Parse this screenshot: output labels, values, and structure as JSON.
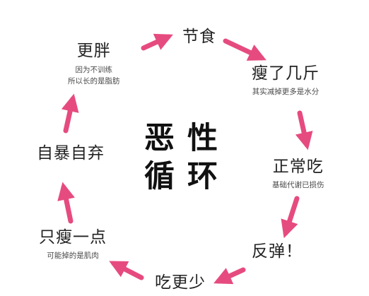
{
  "center": {
    "line1": "恶性",
    "line2": "循环"
  },
  "steps": [
    {
      "title": "节食"
    },
    {
      "title": "瘦了几斤",
      "note": "其实减掉更多是水分"
    },
    {
      "title": "正常吃",
      "note": "基础代谢已损伤"
    },
    {
      "title": "反弹！"
    },
    {
      "title": "吃更少"
    },
    {
      "title": "只瘦一点",
      "note": "可能掉的是肌肉"
    },
    {
      "title": "自暴自弃"
    },
    {
      "title": "更胖",
      "note_line1": "因为不训练",
      "note_line2": "所以长的是脂肪"
    }
  ],
  "arrow_color": "#e64b7f"
}
